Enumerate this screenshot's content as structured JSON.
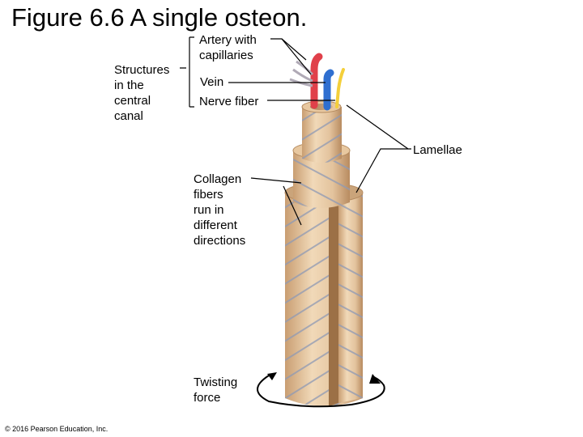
{
  "title": "Figure 6.6 A single osteon.",
  "labels": {
    "structures": [
      "Structures",
      "in the",
      "central",
      "canal"
    ],
    "artery": [
      "Artery with",
      "capillaries"
    ],
    "vein": "Vein",
    "nerve": "Nerve fiber",
    "lamellae": "Lamellae",
    "collagen": [
      "Collagen",
      "fibers",
      "run in",
      "different",
      "directions"
    ],
    "twisting": [
      "Twisting",
      "force"
    ]
  },
  "copyright": "© 2016 Pearson Education, Inc.",
  "colors": {
    "bone_light": "#eed3b0",
    "bone_mid": "#d9b48b",
    "bone_dark": "#b98d63",
    "fiber_lines": "#8f9ab4",
    "artery": "#e0404a",
    "vein": "#2f6fd0",
    "nerve": "#f4cf3a",
    "capillary": "#b0aab6"
  }
}
